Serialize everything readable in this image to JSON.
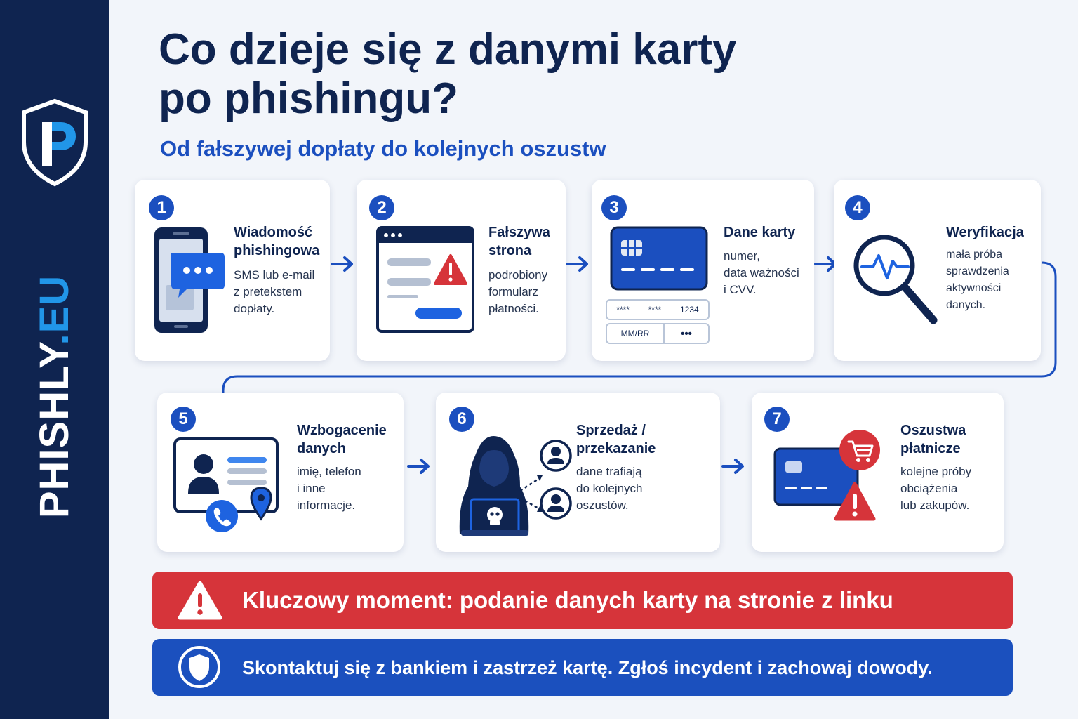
{
  "brand": {
    "name_main": "PHISHLY",
    "name_domain": ".EU",
    "logo_letter": "P"
  },
  "title_lines": [
    "Co dzieje się z danymi karty",
    "po phishingu?"
  ],
  "subtitle": "Od fałszywej dopłaty do kolejnych oszustw",
  "colors": {
    "navy": "#0f2450",
    "blue": "#1b4fbf",
    "accent": "#2196e8",
    "red": "#d6343a",
    "background": "#f2f5fa"
  },
  "steps": [
    {
      "number": "1",
      "title": [
        "Wiadomość",
        "phishingowa"
      ],
      "desc": [
        "SMS lub e-mail",
        "z pretekstem",
        "dopłaty."
      ],
      "icon": "smartphone-chat-icon"
    },
    {
      "number": "2",
      "title": [
        "Fałszywa",
        "strona"
      ],
      "desc": [
        "podrobiony",
        "formularz",
        "płatności."
      ],
      "icon": "fake-website-warning-icon"
    },
    {
      "number": "3",
      "title": [
        "Dane karty"
      ],
      "desc": [
        "numer,",
        "data ważności",
        "i CVV."
      ],
      "icon": "credit-card-icon",
      "form": {
        "card_number_parts": [
          "****",
          "****",
          "1234"
        ],
        "expiry": "MM/RR",
        "cvv": "•••"
      }
    },
    {
      "number": "4",
      "title": [
        "Weryfikacja"
      ],
      "desc": [
        "mała próba",
        "sprawdzenia",
        "aktywności",
        "danych."
      ],
      "icon": "magnifier-pulse-icon"
    },
    {
      "number": "5",
      "title": [
        "Wzbogacenie",
        "danych"
      ],
      "desc": [
        "imię, telefon",
        "i inne",
        "informacje."
      ],
      "icon": "id-card-phone-location-icon"
    },
    {
      "number": "6",
      "title": [
        "Sprzedaż /",
        "przekazanie"
      ],
      "desc": [
        "dane trafiają",
        "do kolejnych",
        "oszustów."
      ],
      "icon": "hacker-laptop-icon"
    },
    {
      "number": "7",
      "title": [
        "Oszustwa",
        "płatnicze"
      ],
      "desc": [
        "kolejne próby",
        "obciążenia",
        "lub zakupów."
      ],
      "icon": "card-cart-warning-icon"
    }
  ],
  "alert_banner": {
    "text": "Kluczowy moment: podanie danych karty na stronie z linku",
    "icon": "warning-triangle-icon"
  },
  "advice_banner": {
    "text": "Skontaktuj się z bankiem i zastrzeż kartę. Zgłoś incydent i zachowaj dowody.",
    "icon": "shield-icon"
  }
}
